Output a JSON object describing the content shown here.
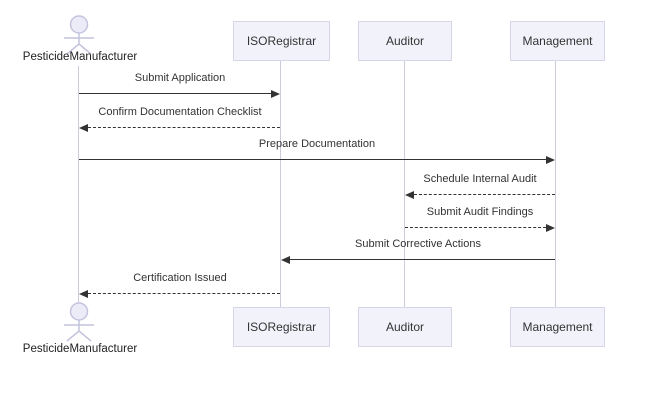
{
  "diagram": {
    "type": "sequence-diagram",
    "actors": [
      {
        "name": "PesticideManufacturer",
        "kind": "actor"
      },
      {
        "name": "ISORegistrar",
        "kind": "participant"
      },
      {
        "name": "Auditor",
        "kind": "participant"
      },
      {
        "name": "Management",
        "kind": "participant"
      }
    ],
    "messages": [
      {
        "from": "PesticideManufacturer",
        "to": "ISORegistrar",
        "label": "Submit Application",
        "line": "solid",
        "direction": "right"
      },
      {
        "from": "ISORegistrar",
        "to": "PesticideManufacturer",
        "label": "Confirm Documentation Checklist",
        "line": "dashed",
        "direction": "left"
      },
      {
        "from": "PesticideManufacturer",
        "to": "Management",
        "label": "Prepare Documentation",
        "line": "solid",
        "direction": "right"
      },
      {
        "from": "Management",
        "to": "Auditor",
        "label": "Schedule Internal Audit",
        "line": "dashed",
        "direction": "left"
      },
      {
        "from": "Auditor",
        "to": "Management",
        "label": "Submit Audit Findings",
        "line": "dashed",
        "direction": "right"
      },
      {
        "from": "Management",
        "to": "ISORegistrar",
        "label": "Submit Corrective Actions",
        "line": "solid",
        "direction": "left"
      },
      {
        "from": "ISORegistrar",
        "to": "PesticideManufacturer",
        "label": "Certification Issued",
        "line": "dashed",
        "direction": "left"
      }
    ],
    "colors": {
      "participant_fill": "#f2f2fb",
      "participant_border": "#d6d6e8",
      "lifeline": "#cbcbdc",
      "message_line": "#333333",
      "text": "#333333",
      "actor_stroke": "#c4c4de",
      "actor_head_fill": "#ececf8"
    }
  }
}
